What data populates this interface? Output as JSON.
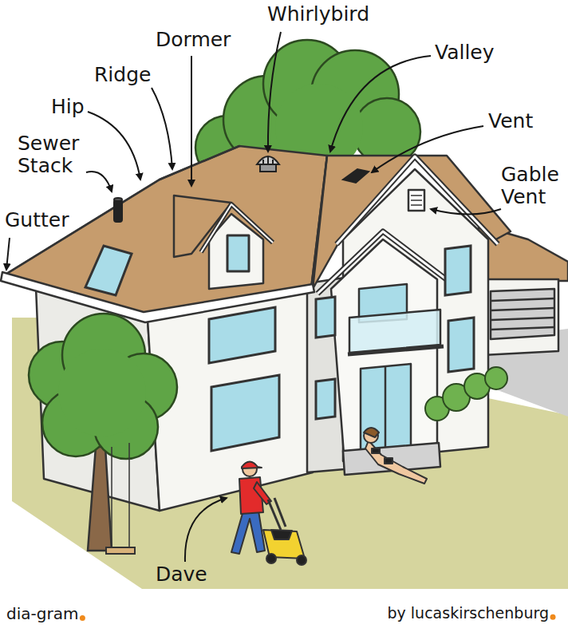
{
  "diagram": {
    "labels": [
      "Whirlybird",
      "Dormer",
      "Valley",
      "Ridge",
      "Hip",
      "Vent",
      "Sewer Stack",
      "Gable Vent",
      "Gutter",
      "Dave",
      "dia-gram",
      "by lucaskirschenburg"
    ]
  }
}
